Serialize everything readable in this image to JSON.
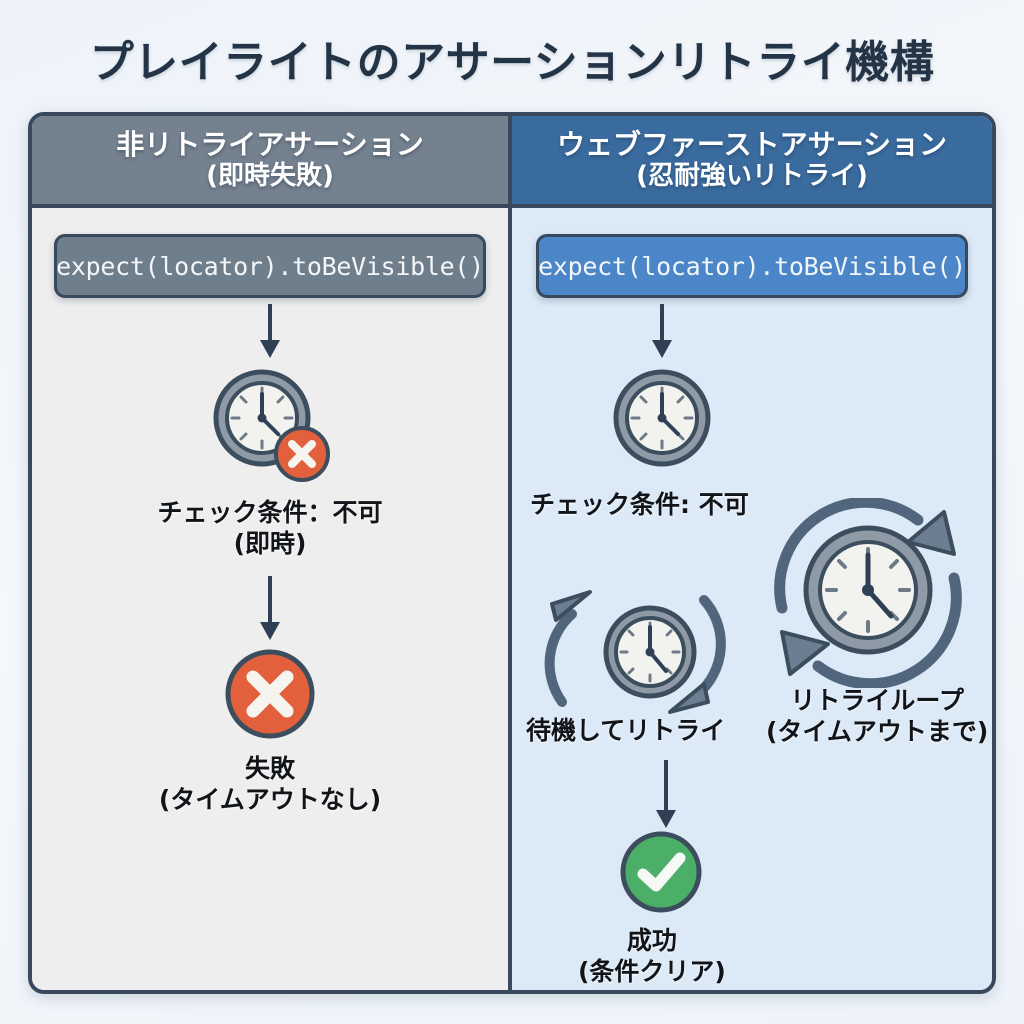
{
  "title": "プレイライトのアサーションリトライ機構",
  "colors": {
    "page_background": "#f2f6fb",
    "frame_border": "#39495d",
    "left_header": "#74818e",
    "right_header": "#3a6b9e",
    "left_panel": "#eeeeee",
    "right_panel": "#dce9f7",
    "code_chip_gray": "#6f7e8b",
    "code_chip_blue": "#4a86c8",
    "fail_red": "#e2613c",
    "success_green": "#4caf68",
    "clock_ring": "#8e9aa6",
    "clock_outline": "#3c4d5e"
  },
  "columns": [
    {
      "id": "non-retrying",
      "header_title": "非リトライアサーション",
      "header_subtitle": "(即時失敗)",
      "code": "expect(locator).toBeVisible()",
      "check_label_line1": "チェック条件：不可",
      "check_label_line2": "(即時)",
      "result_label_line1": "失敗",
      "result_label_line2": "(タイムアウトなし)"
    },
    {
      "id": "web-first",
      "header_title": "ウェブファーストアサーション",
      "header_subtitle": "(忍耐強いリトライ)",
      "code": "expect(locator).toBeVisible()",
      "check_label": "チェック条件: 不可",
      "retry_wait_label": "待機してリトライ",
      "retry_loop_label_line1": "リトライループ",
      "retry_loop_label_line2": "(タイムアウトまで)",
      "result_label_line1": "成功",
      "result_label_line2": "(条件クリア)"
    }
  ]
}
